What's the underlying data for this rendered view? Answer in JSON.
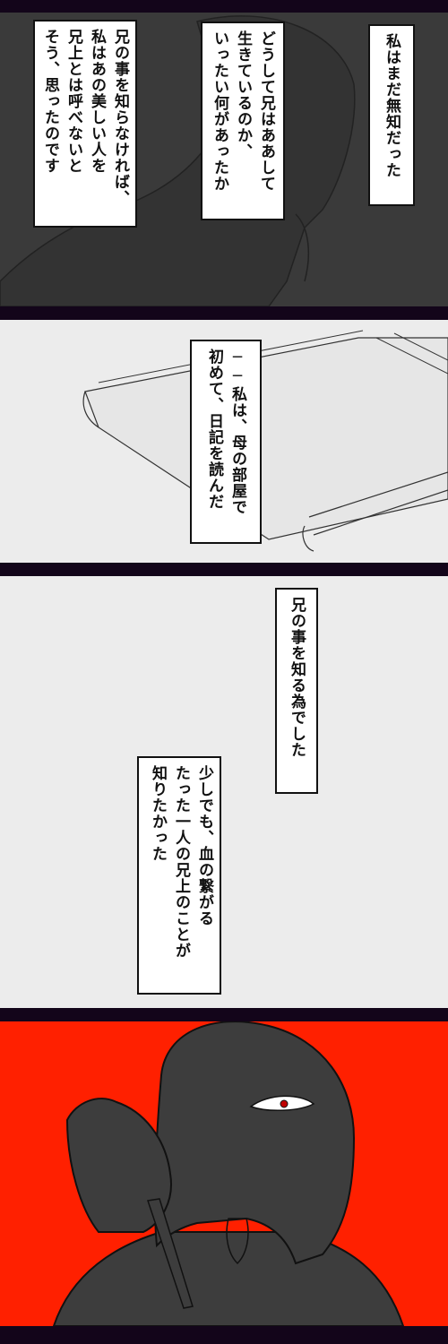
{
  "panels": {
    "p1": {
      "bg": "#3a3a3a",
      "box_right": [
        "私はまだ無知だった"
      ],
      "box_middle": [
        "どうして兄はああして",
        "生きているのか、",
        "いったい何があったか"
      ],
      "box_left": [
        "兄の事を知らなければ、",
        "私はあの美しい人を",
        "兄上とは呼べないと",
        "そう、思ったのです"
      ]
    },
    "p2": {
      "bg": "#ececec",
      "box": [
        "──私は、母の部屋で",
        "初めて、日記を読んだ"
      ]
    },
    "p3": {
      "bg": "#ececec",
      "box_upper": [
        "兄の事を知る為でした"
      ],
      "box_lower": [
        "少しでも、血の繋がる",
        "たった一人の兄上のことが",
        "知りたかった"
      ]
    },
    "p4": {
      "bg": "#ff2000",
      "figure": "#3d3d3d"
    }
  },
  "colors": {
    "gutter": "#13051a",
    "ink": "#111111"
  }
}
